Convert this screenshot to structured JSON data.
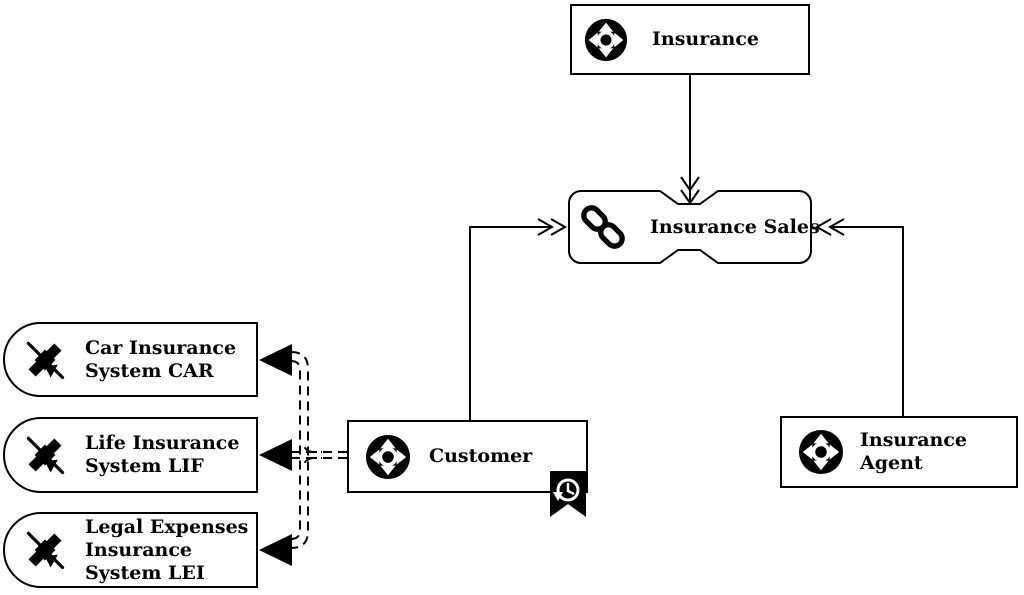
{
  "diagram": {
    "colors": {
      "stroke": "#000000",
      "fill": "#ffffff"
    },
    "nodes": {
      "insurance": {
        "label": "Insurance",
        "icon": "move-compass-icon"
      },
      "insurance_sales": {
        "label": "Insurance Sales",
        "icon": "chain-link-icon"
      },
      "customer": {
        "label": "Customer",
        "icon": "move-compass-icon",
        "badge": "history-clock-icon"
      },
      "insurance_agent": {
        "lines": [
          "Insurance",
          "Agent"
        ],
        "icon": "move-compass-icon"
      },
      "car_system": {
        "lines": [
          "Car Insurance",
          "System CAR"
        ],
        "icon": "satellite-icon"
      },
      "life_system": {
        "lines": [
          "Life Insurance",
          "System LIF"
        ],
        "icon": "satellite-icon"
      },
      "legal_system": {
        "lines": [
          "Legal Expenses",
          "Insurance",
          "System LEI"
        ],
        "icon": "satellite-icon"
      }
    },
    "connectors": [
      {
        "from": "insurance",
        "to": "insurance_sales",
        "style": "solid",
        "head": "double-chevron"
      },
      {
        "from": "customer",
        "to": "insurance_sales",
        "style": "solid",
        "head": "double-chevron"
      },
      {
        "from": "insurance_agent",
        "to": "insurance_sales",
        "style": "solid",
        "head": "double-chevron"
      },
      {
        "from": "customer",
        "to": "car_system",
        "style": "dashed",
        "head": "solid-triangle"
      },
      {
        "from": "customer",
        "to": "life_system",
        "style": "dashed",
        "head": "solid-triangle"
      },
      {
        "from": "customer",
        "to": "legal_system",
        "style": "dashed",
        "head": "solid-triangle"
      }
    ]
  }
}
